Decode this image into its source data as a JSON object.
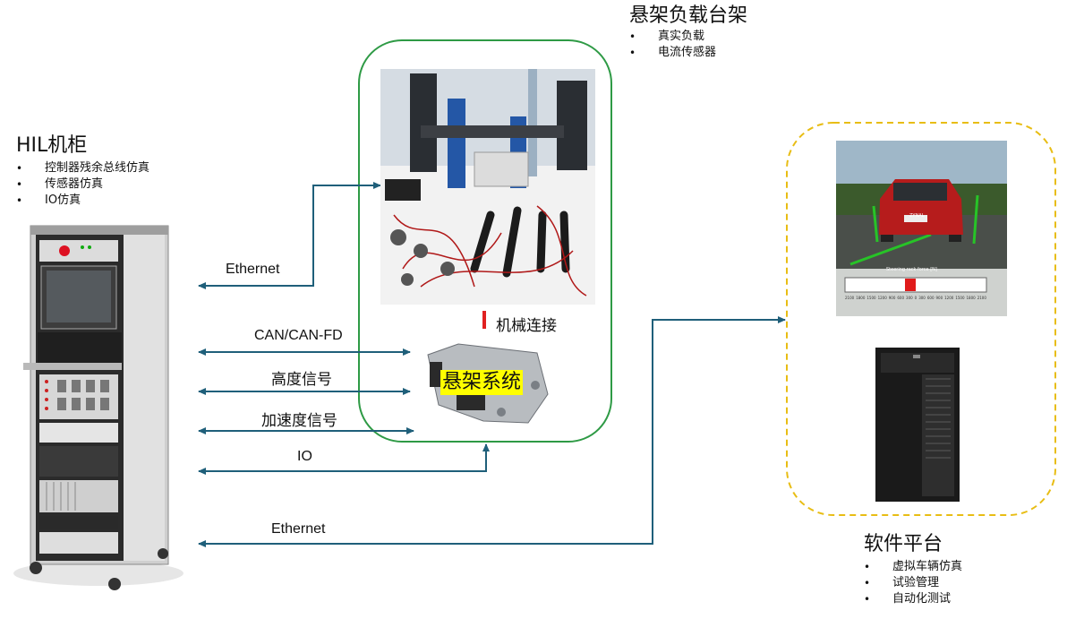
{
  "hil_cabinet": {
    "title": "HIL机柜",
    "bullets": [
      "控制器残余总线仿真",
      "传感器仿真",
      "IO仿真"
    ]
  },
  "test_bench": {
    "title": "悬架负载台架",
    "bullets": [
      "真实负载",
      "电流传感器"
    ]
  },
  "software_platform": {
    "title": "软件平台",
    "bullets": [
      "虚拟车辆仿真",
      "试验管理",
      "自动化测试"
    ]
  },
  "ecu": {
    "label": "悬架系统"
  },
  "mechanical_link": {
    "label": "机械连接"
  },
  "signals": {
    "ethernet_top": "Ethernet",
    "can": "CAN/CAN-FD",
    "height": "高度信号",
    "accel": "加速度信号",
    "io": "IO",
    "ethernet_bottom": "Ethernet"
  },
  "simulation_screen": {
    "gauge_label": "Steering rack force [N]",
    "gauge_ticks": [
      "2100",
      "1800",
      "1500",
      "1200",
      "900",
      "600",
      "300",
      "0",
      "300",
      "600",
      "900",
      "1200",
      "1500",
      "1800",
      "2100"
    ],
    "plate": "ZYNAL"
  },
  "colors": {
    "bench_border": "#2e9a45",
    "platform_border": "#e8bd14",
    "arrow": "#1f5f7a",
    "ecu_highlight": "#ffff00",
    "marker": "#e02020"
  }
}
